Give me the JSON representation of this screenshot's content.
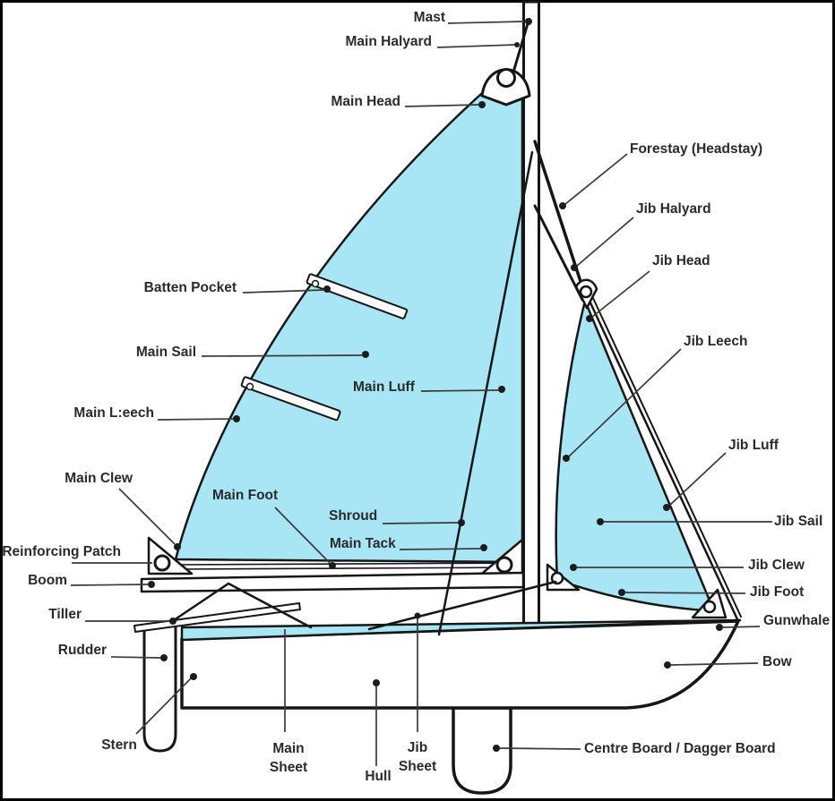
{
  "labels": {
    "mast": "Mast",
    "main_halyard": "Main Halyard",
    "main_head": "Main Head",
    "forestay": "Forestay (Headstay)",
    "jib_halyard": "Jib Halyard",
    "jib_head": "Jib Head",
    "batten_pocket": "Batten Pocket",
    "main_sail": "Main Sail",
    "main_leech": "Main L:eech",
    "main_luff": "Main Luff",
    "jib_leech": "Jib Leech",
    "jib_luff": "Jib Luff",
    "main_clew": "Main Clew",
    "main_foot": "Main Foot",
    "shroud": "Shroud",
    "main_tack": "Main Tack",
    "jib_sail": "Jib Sail",
    "reinforcing_patch": "Reinforcing Patch",
    "jib_clew": "Jib Clew",
    "boom": "Boom",
    "jib_foot": "Jib Foot",
    "tiller": "Tiller",
    "gunwhale": "Gunwhale",
    "rudder": "Rudder",
    "bow": "Bow",
    "stern": "Stern",
    "main_sheet_line1": "Main",
    "main_sheet_line2": "Sheet",
    "hull": "Hull",
    "jib_sheet_line1": "Jib",
    "jib_sheet_line2": "Sheet",
    "centre_board": "Centre Board / Dagger Board"
  },
  "colors": {
    "sail_fill": "#a9e6f5",
    "outline": "#161616",
    "leader": "#3a3a3a",
    "label_text": "#2a2a2a",
    "background": "#ffffff",
    "border": "#000000"
  }
}
